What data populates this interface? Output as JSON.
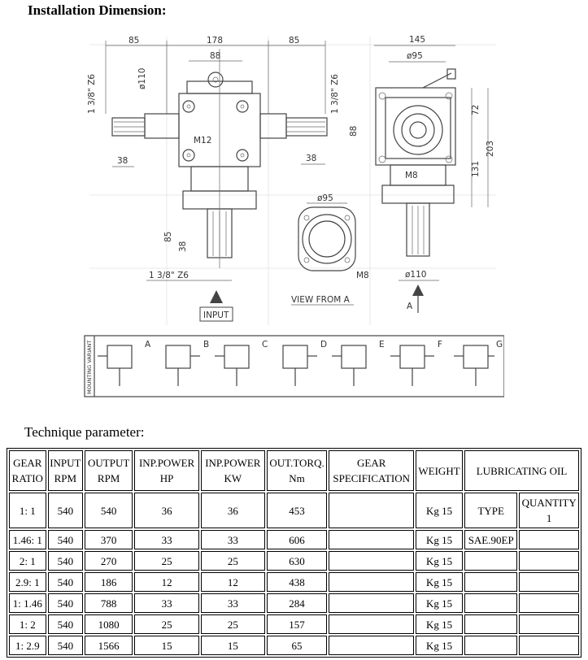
{
  "heading": "Installation Dimension:",
  "drawing": {
    "dims": {
      "d85": "85",
      "d178": "178",
      "d88": "88",
      "d85b": "85",
      "d145": "145",
      "d95": "ø95",
      "d110": "ø110",
      "shaft": "1 3/8\" Z6",
      "shaft_right": "1 3/8\" Z6",
      "m12": "M12",
      "d38a": "38",
      "d38b": "38",
      "d88v": "88",
      "d72": "72",
      "d203": "203",
      "d131": "131",
      "m8": "M8",
      "d85v": "85",
      "d38v": "38",
      "shaft_bottom": "1 3/8\" Z6",
      "d95b": "ø95",
      "m8b": "M8",
      "d110b": "ø110"
    },
    "view_label": "VIEW FROM A",
    "arrow_label": "A",
    "input_label": "INPUT",
    "mounting_label": "MOUNTING VARIANT",
    "variants": [
      "A",
      "B",
      "C",
      "D",
      "E",
      "F",
      "G"
    ]
  },
  "subheading": "Technique parameter:",
  "table": {
    "headers": {
      "gear_ratio": [
        "GEAR",
        "RATIO"
      ],
      "input_rpm": [
        "INPUT",
        "RPM"
      ],
      "output_rpm": [
        "OUTPUT",
        "RPM"
      ],
      "inp_power_hp": [
        "INP.POWER",
        "HP"
      ],
      "inp_power_kw": [
        "INP.POWER",
        "KW"
      ],
      "out_torq": [
        "OUT.TORQ.",
        "Nm"
      ],
      "gear_spec": [
        "GEAR",
        "SPECIFICATION"
      ],
      "weight": "WEIGHT",
      "lubricating_oil": "LUBRICATING OIL",
      "type": "TYPE",
      "quantity": [
        "QUANTITY",
        "1"
      ]
    },
    "rows": [
      {
        "ratio": "1: 1",
        "input": "540",
        "output": "540",
        "hp": "36",
        "kw": "36",
        "torque": "453",
        "spec": "",
        "weight": "Kg 15"
      },
      {
        "ratio": "1.46: 1",
        "input": "540",
        "output": "370",
        "hp": "33",
        "kw": "33",
        "torque": "606",
        "spec": "",
        "weight": "Kg 15",
        "oil_type": "SAE.90EP",
        "oil_qty": ""
      },
      {
        "ratio": "2: 1",
        "input": "540",
        "output": "270",
        "hp": "25",
        "kw": "25",
        "torque": "630",
        "spec": "",
        "weight": "Kg 15",
        "oil_type": "",
        "oil_qty": ""
      },
      {
        "ratio": "2.9: 1",
        "input": "540",
        "output": "186",
        "hp": "12",
        "kw": "12",
        "torque": "438",
        "spec": "",
        "weight": "Kg 15",
        "oil_type": "",
        "oil_qty": ""
      },
      {
        "ratio": "1: 1.46",
        "input": "540",
        "output": "788",
        "hp": "33",
        "kw": "33",
        "torque": "284",
        "spec": "",
        "weight": "Kg 15",
        "oil_type": "",
        "oil_qty": ""
      },
      {
        "ratio": "1: 2",
        "input": "540",
        "output": "1080",
        "hp": "25",
        "kw": "25",
        "torque": "157",
        "spec": "",
        "weight": "Kg 15",
        "oil_type": "",
        "oil_qty": ""
      },
      {
        "ratio": "1: 2.9",
        "input": "540",
        "output": "1566",
        "hp": "15",
        "kw": "15",
        "torque": "65",
        "spec": "",
        "weight": "Kg 15",
        "oil_type": "",
        "oil_qty": ""
      }
    ]
  }
}
